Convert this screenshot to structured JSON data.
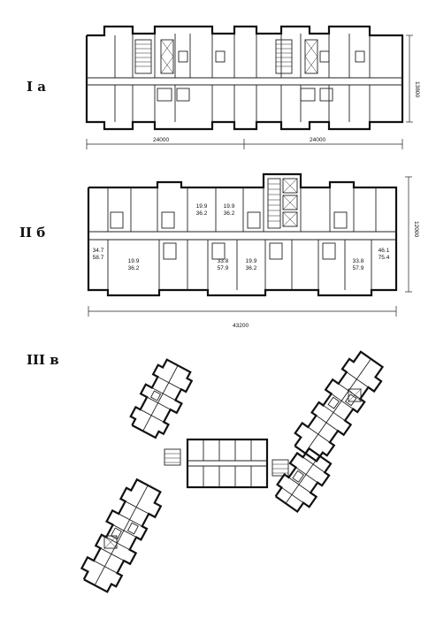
{
  "labels": {
    "plan_1": "I  а",
    "plan_2": "II  б",
    "plan_3": "III  в"
  },
  "dimensions": {
    "plan_1_section_left": "24000",
    "plan_1_section_right": "24000",
    "plan_1_depth": "13800",
    "plan_2_length": "43200",
    "plan_2_depth": "12000"
  },
  "room_areas": [
    {
      "top": "19.9",
      "bottom": "36.2"
    },
    {
      "top": "19.9",
      "bottom": "36.2"
    },
    {
      "top": "34.7",
      "bottom": "58.7"
    },
    {
      "top": "19.9",
      "bottom": "36.2"
    },
    {
      "top": "33.8",
      "bottom": "57.9"
    },
    {
      "top": "19.9",
      "bottom": "36.2"
    },
    {
      "top": "33.8",
      "bottom": "57.9"
    },
    {
      "top": "46.1",
      "bottom": "75.4"
    }
  ]
}
